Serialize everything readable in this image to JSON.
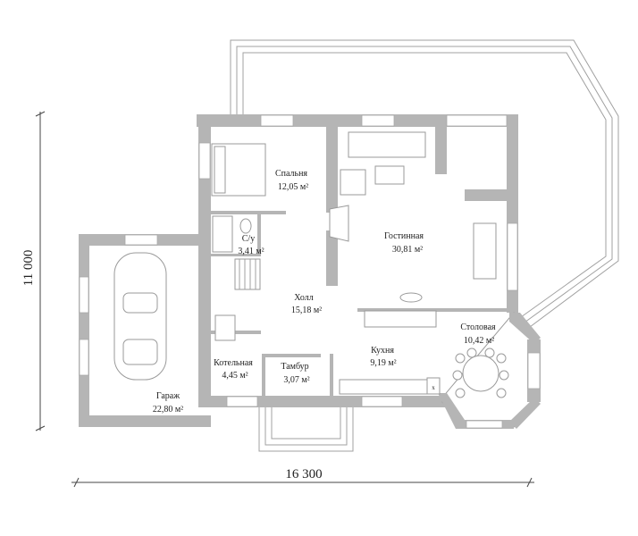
{
  "plan": {
    "rooms": [
      {
        "id": "bedroom",
        "name": "Спальня",
        "area": "12,05 м²"
      },
      {
        "id": "bathroom",
        "name": "С/у",
        "area": "3,41 м²"
      },
      {
        "id": "living",
        "name": "Гостинная",
        "area": "30,81 м²"
      },
      {
        "id": "hall",
        "name": "Холл",
        "area": "15,18 м²"
      },
      {
        "id": "dining",
        "name": "Столовая",
        "area": "10,42 м²"
      },
      {
        "id": "kitchen",
        "name": "Кухня",
        "area": "9,19 м²"
      },
      {
        "id": "boiler",
        "name": "Котельная",
        "area": "4,45 м²"
      },
      {
        "id": "vestibule",
        "name": "Тамбур",
        "area": "3,07 м²"
      },
      {
        "id": "garage",
        "name": "Гараж",
        "area": "22,80 м²"
      }
    ],
    "dimensions": {
      "height": "11 000",
      "width": "16 300"
    },
    "fridge_mark": "x"
  }
}
